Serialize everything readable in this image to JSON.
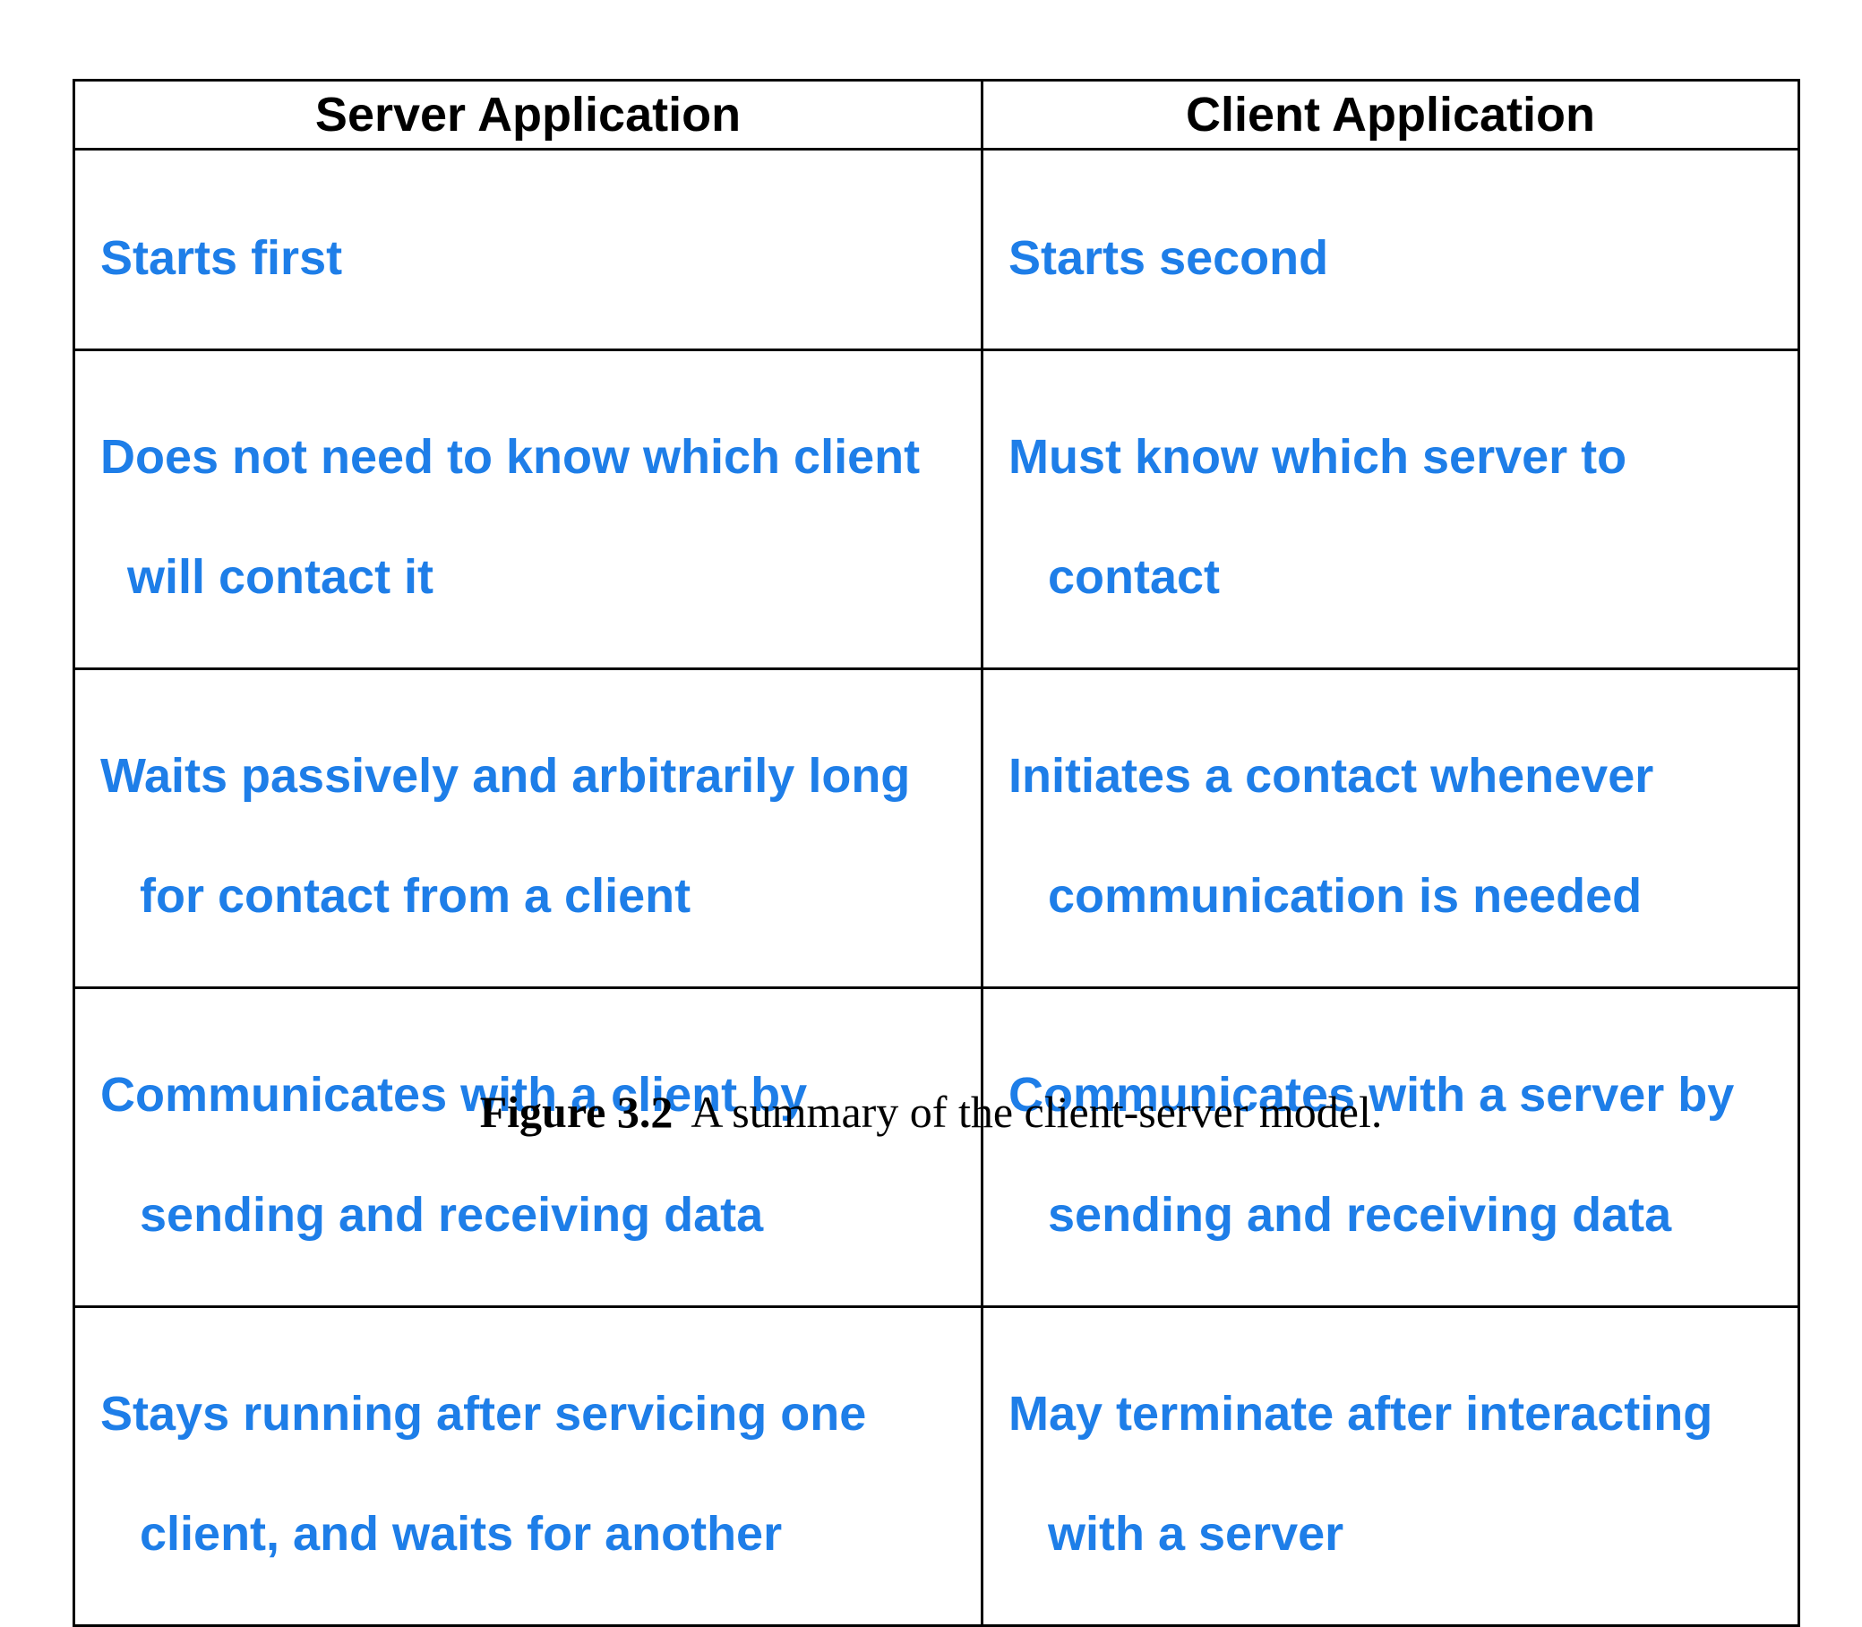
{
  "table": {
    "headers": [
      "Server Application",
      "Client Application"
    ],
    "rows": [
      {
        "server": [
          "Starts first"
        ],
        "client": [
          "Starts second"
        ]
      },
      {
        "server": [
          "Does not need to know which client",
          "will contact it"
        ],
        "client": [
          "Must know which server to",
          "contact"
        ]
      },
      {
        "server": [
          "Waits passively and arbitrarily long",
          "for contact from a client"
        ],
        "client": [
          "Initiates a contact whenever",
          "communication is needed"
        ]
      },
      {
        "server": [
          "Communicates with a client by",
          "sending and receiving data"
        ],
        "client": [
          "Communicates with a server by",
          "sending and receiving data"
        ]
      },
      {
        "server": [
          "Stays running after servicing one",
          "client, and waits for another"
        ],
        "client": [
          "May terminate after interacting",
          "with a server"
        ]
      }
    ]
  },
  "caption": {
    "label": "Figure 3.2",
    "text": "A summary of the client-server model."
  },
  "colors": {
    "cell_text": "#1e7ee8",
    "header_text": "#000000",
    "border": "#000000"
  }
}
